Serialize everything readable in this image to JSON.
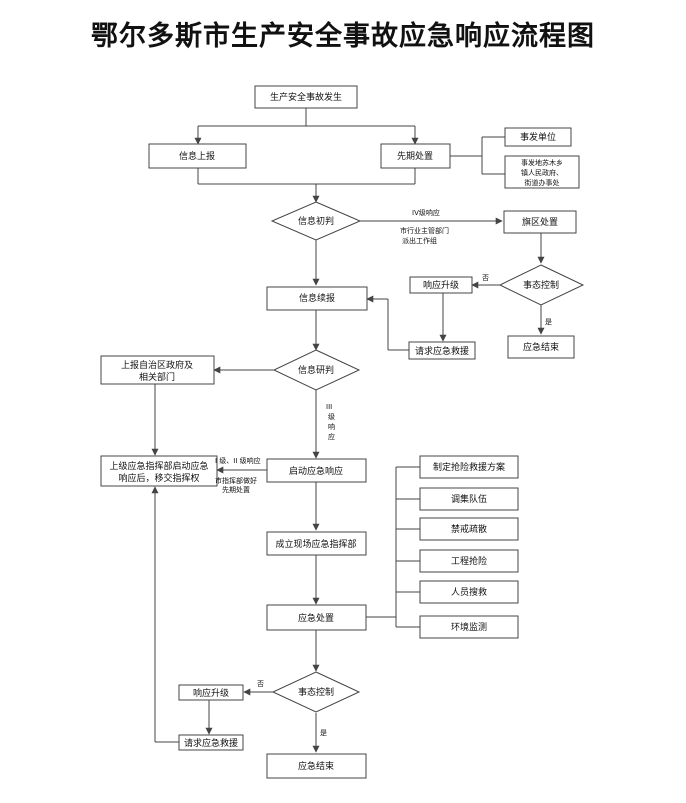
{
  "title": "鄂尔多斯市生产安全事故应急响应流程图",
  "nodes": {
    "accident": "生产安全事故发生",
    "info_report": "信息上报",
    "early_handling": "先期处置",
    "unit": "事发单位",
    "township_l1": "事发地苏木乡",
    "township_l2": "镇人民政府、",
    "township_l3": "街道办事处",
    "initial_judgment": "信息初判",
    "banner_handling": "旗区处置",
    "upgrade_top": "响应升级",
    "control_top": "事态控制",
    "end_top": "应急结束",
    "follow_report": "信息续报",
    "request_rescue_top": "请求应急救援",
    "research_judgment": "信息研判",
    "report_region_l1": "上报自治区政府及",
    "report_region_l2": "相关部门",
    "superior_l1": "上级应急指挥部启动应急",
    "superior_l2": "响应后，移交指挥权",
    "start_response": "启动应急响应",
    "onsite_command": "成立现场应急指挥部",
    "emergency_handling": "应急处置",
    "plan": "制定抢险救援方案",
    "team": "调集队伍",
    "evacuation": "禁戒疏散",
    "engineering": "工程抢险",
    "search": "人员搜救",
    "env_monitor": "环境监测",
    "control_bottom": "事态控制",
    "upgrade_bottom": "响应升级",
    "request_rescue_bottom": "请求应急救援",
    "end_bottom": "应急结束"
  },
  "labels": {
    "level4": "IV级响应",
    "dept_l1": "市行业主管部门",
    "dept_l2": "派出工作组",
    "no_top": "否",
    "yes_top": "是",
    "level3_c1": "III",
    "level3_c2": "级",
    "level3_c3": "响",
    "level3_c4": "应",
    "level12": "I 级、II 级响应",
    "hq_l1": "市指挥部做好",
    "hq_l2": "先期处置",
    "no_bottom": "否",
    "yes_bottom": "是"
  }
}
